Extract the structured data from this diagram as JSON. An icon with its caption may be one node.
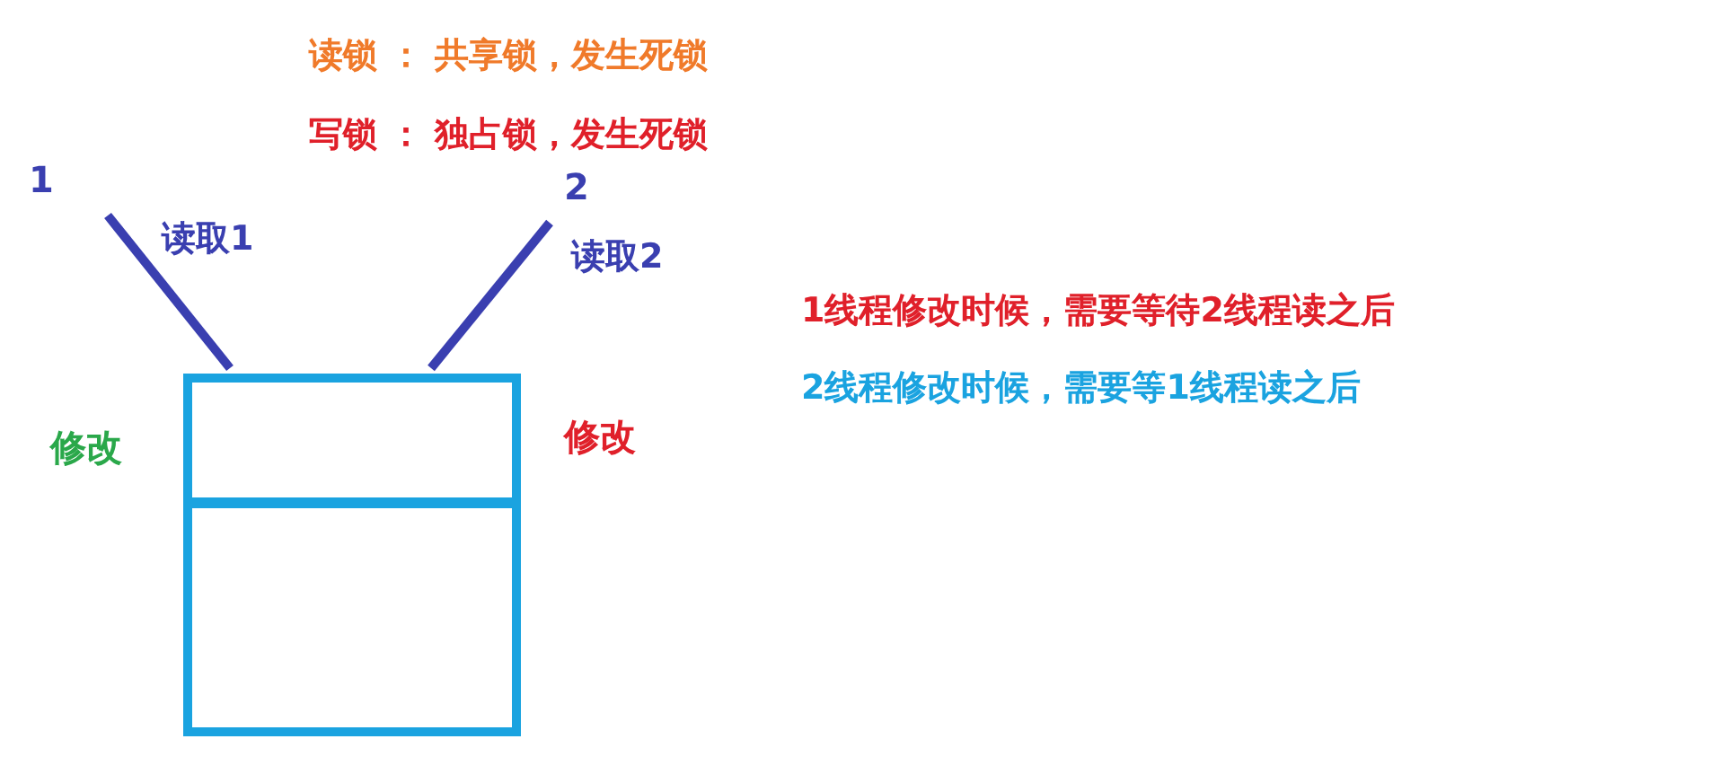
{
  "diagram": {
    "nodes": [
      {
        "text": [
          "1"
        ]
      },
      {
        "text": [
          "2"
        ]
      },
      {
        "text": [],
        "shape": "box"
      },
      {
        "text": [],
        "shape": "box",
        "in": 2
      },
      {
        "text": [],
        "shape": "box",
        "in": 2
      }
    ],
    "edges": [
      {
        "from": 0,
        "to": 3,
        "arrow": "none",
        "label": "读取1"
      },
      {
        "from": 1,
        "to": 3,
        "arrow": "none",
        "label": "读取2"
      }
    ],
    "labels": [
      "读锁 ： 共享锁，发生死锁",
      "写锁 ： 独占锁，发生死锁",
      "修改",
      "修改",
      "1线程修改时候，需要等待2线程读之后",
      "2线程修改时候，需要等1线程读之后"
    ]
  }
}
